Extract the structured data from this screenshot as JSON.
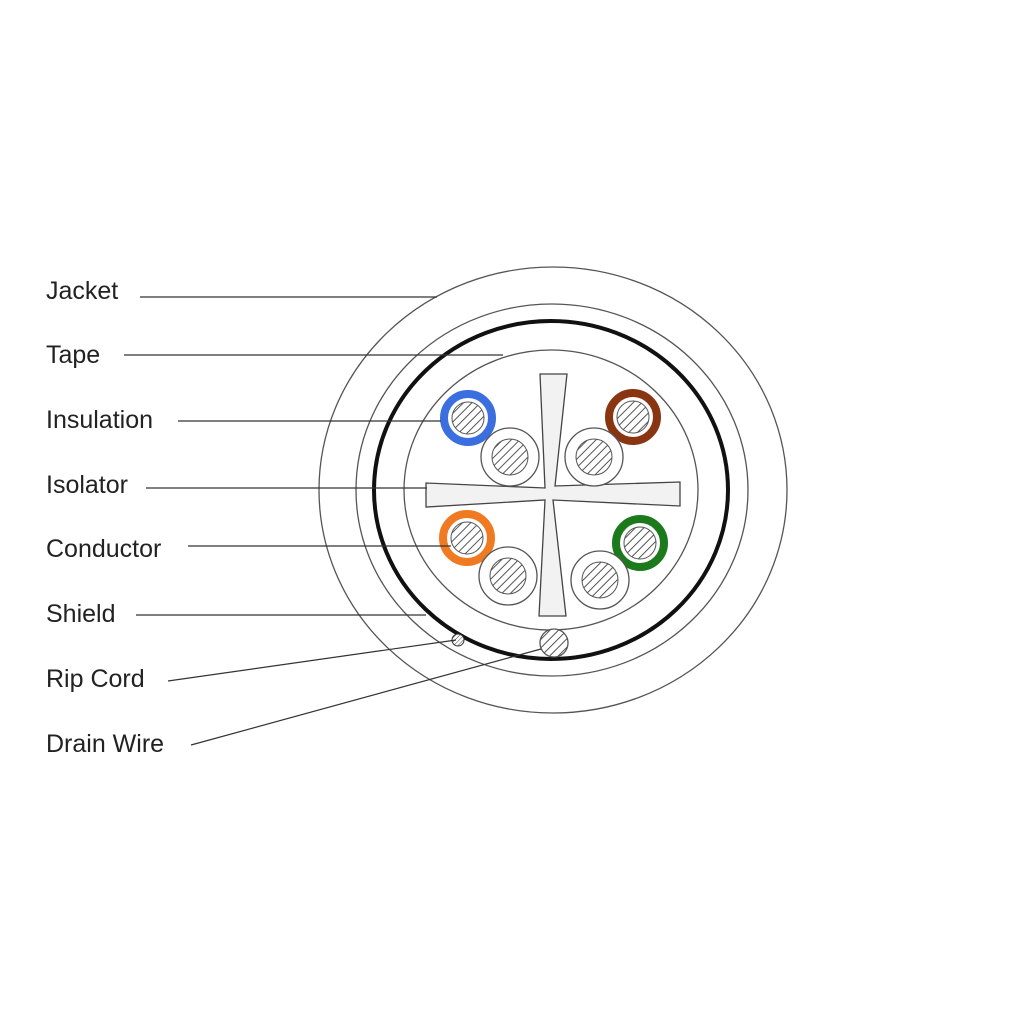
{
  "labels": {
    "jacket": "Jacket",
    "tape": "Tape",
    "insulation": "Insulation",
    "isolator": "Isolator",
    "conductor": "Conductor",
    "shield": "Shield",
    "rip_cord": "Rip Cord",
    "drain_wire": "Drain Wire"
  },
  "pair_colors": {
    "blue": "#3b6fe0",
    "brown": "#8a3512",
    "orange": "#f07a22",
    "green": "#1c7a1c"
  },
  "colors": {
    "line": "#333333",
    "shield": "#111111",
    "isolator_fill": "#f2f2f2"
  }
}
